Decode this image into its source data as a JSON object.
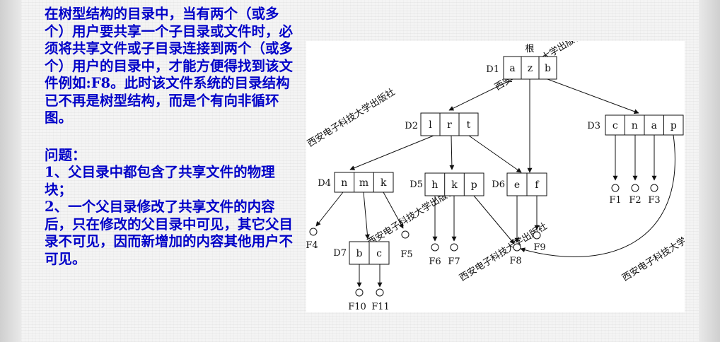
{
  "slide": {
    "paragraph": "在树型结构的目录中，当有两个（或多个）用户要共享一个子目录或文件时，必须将共享文件或子目录连接到两个（或多个）用户的目录中，才能方便得找到该文件例如:F8。此时该文件系统的目录结构已不再是树型结构，而是个有向非循环图。",
    "question_title": "问题：",
    "question_1": "1、父目录中都包含了共享文件的物理块；",
    "question_2": "2、一个父目录修改了共享文件的内容后，只在修改的父目录中可见，其它父目录不可见，因而新增加的内容其他用户不可见。"
  },
  "diagram": {
    "root_label": "根",
    "watermark": "西安电子科技大学出版社",
    "directories": [
      {
        "name": "D1",
        "cells": [
          "a",
          "z",
          "b"
        ]
      },
      {
        "name": "D2",
        "cells": [
          "l",
          "r",
          "t"
        ]
      },
      {
        "name": "D3",
        "cells": [
          "c",
          "n",
          "a",
          "p"
        ]
      },
      {
        "name": "D4",
        "cells": [
          "n",
          "m",
          "k"
        ]
      },
      {
        "name": "D5",
        "cells": [
          "h",
          "k",
          "p"
        ]
      },
      {
        "name": "D6",
        "cells": [
          "e",
          "f"
        ]
      },
      {
        "name": "D7",
        "cells": [
          "b",
          "c"
        ]
      }
    ],
    "files": [
      "F1",
      "F2",
      "F3",
      "F4",
      "F5",
      "F6",
      "F7",
      "F8",
      "F9",
      "F10",
      "F11"
    ]
  }
}
